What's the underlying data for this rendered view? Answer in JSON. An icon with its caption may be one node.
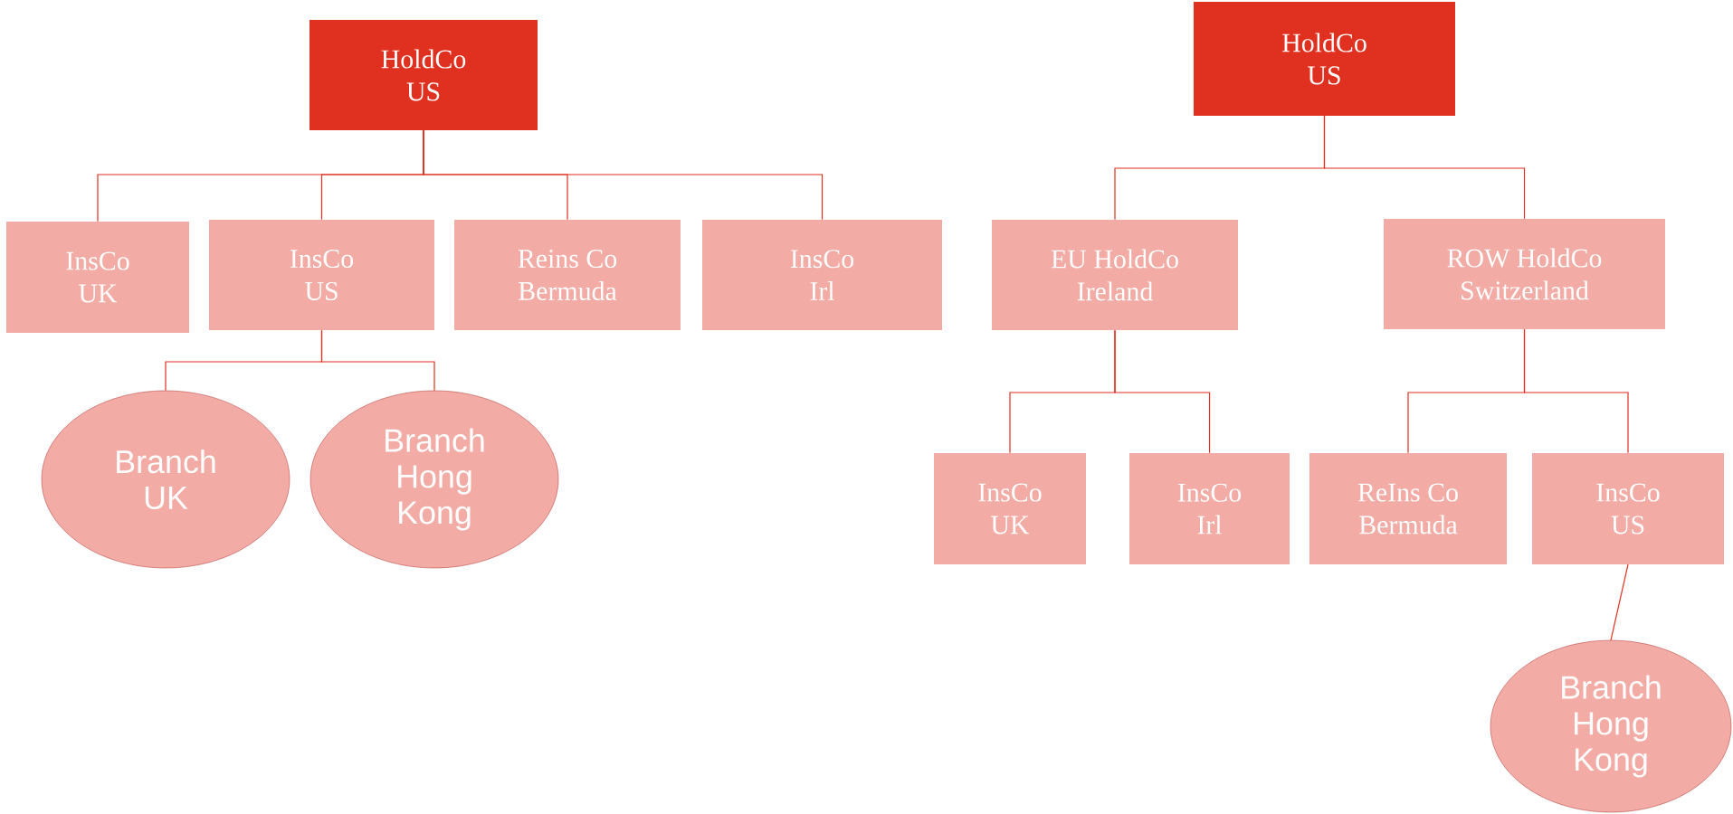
{
  "diagram": {
    "nodes": [
      {
        "text": [
          "HoldCo",
          "US"
        ]
      },
      {
        "text": [
          "InsCo",
          "UK"
        ]
      },
      {
        "text": [
          "InsCo",
          "US"
        ]
      },
      {
        "text": [
          "Reins Co",
          "Bermuda"
        ]
      },
      {
        "text": [
          "InsCo",
          "Irl"
        ]
      },
      {
        "text": [
          "Branch UK"
        ]
      },
      {
        "text": [
          "Branch Hong Kong"
        ]
      },
      {
        "text": [
          "HoldCo",
          "US"
        ]
      },
      {
        "text": [
          "EU HoldCo",
          "Ireland"
        ]
      },
      {
        "text": [
          "ROW HoldCo",
          "Switzerland"
        ]
      },
      {
        "text": [
          "InsCo",
          "UK"
        ]
      },
      {
        "text": [
          "InsCo",
          "Irl"
        ]
      },
      {
        "text": [
          "ReIns Co",
          "Bermuda"
        ]
      },
      {
        "text": [
          "InsCo",
          "US"
        ]
      },
      {
        "text": [
          "Branch Hong Kong"
        ]
      }
    ],
    "edges": [
      {
        "from": 0,
        "to": 1,
        "arrow": "none"
      },
      {
        "from": 0,
        "to": 2,
        "arrow": "none"
      },
      {
        "from": 0,
        "to": 3,
        "arrow": "none"
      },
      {
        "from": 0,
        "to": 4,
        "arrow": "none"
      },
      {
        "from": 2,
        "to": 5,
        "arrow": "none"
      },
      {
        "from": 2,
        "to": 6,
        "arrow": "none"
      },
      {
        "from": 7,
        "to": 8,
        "arrow": "none"
      },
      {
        "from": 7,
        "to": 9,
        "arrow": "none"
      },
      {
        "from": 8,
        "to": 10,
        "arrow": "none"
      },
      {
        "from": 8,
        "to": 11,
        "arrow": "none"
      },
      {
        "from": 9,
        "to": 12,
        "arrow": "none"
      },
      {
        "from": 9,
        "to": 13,
        "arrow": "none"
      },
      {
        "from": 13,
        "to": 14,
        "arrow": "none"
      }
    ]
  }
}
